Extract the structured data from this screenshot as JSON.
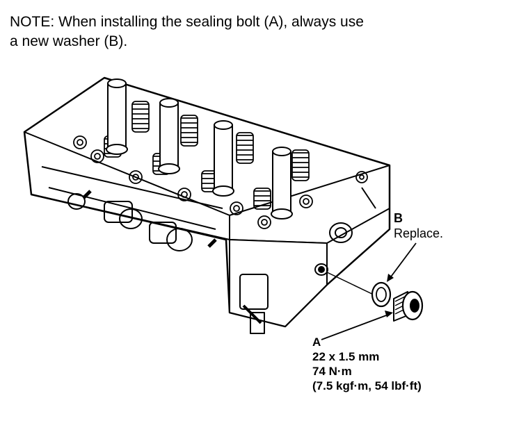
{
  "note": {
    "line1": "NOTE: When installing the sealing bolt (A), always use",
    "line2": "a new washer (B)."
  },
  "callout_b": {
    "letter": "B",
    "text": "Replace."
  },
  "callout_a": {
    "letter": "A",
    "size": "22 x 1.5 mm",
    "torque_nm": "74 N·m",
    "torque_alt": "(7.5 kgf·m, 54 lbf·ft)"
  }
}
